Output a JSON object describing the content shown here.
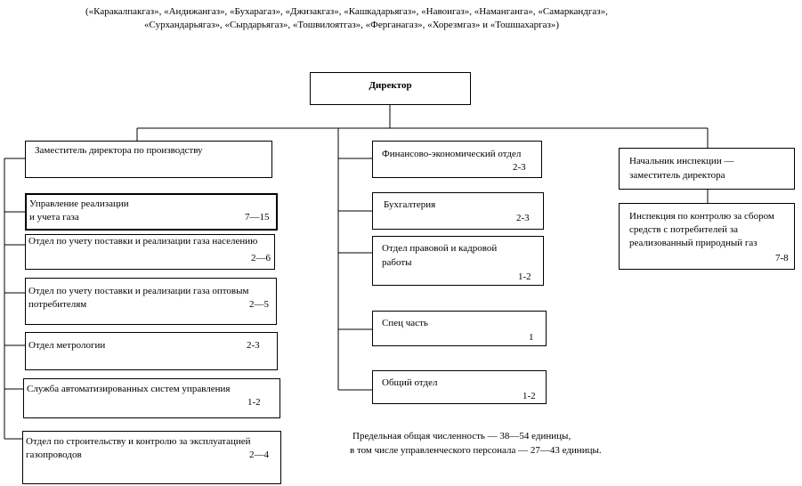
{
  "header": {
    "line1": "(«Каракалпакгаз», «Андижангаз», «Бухарагаз», «Джизакгаз», «Кашкадарьягаз», «Навоигаз», «Наманганга», «Самаркандгаз»,",
    "line2": "«Сурхандарьягаз», «Сырдарьягаз», «Тошвилоятгаз», «Ферганагаз», «Хорезмгаз» и «Тошшахаргаз»)"
  },
  "director": "Директор",
  "left": {
    "deputy": "Заместитель директора по производству",
    "sales_l1": "Управление реализации",
    "sales_l2": "и учета газа",
    "sales_n": "7—15",
    "pop_l1": "Отдел по учету поставки и реализации газа населению",
    "pop_n": "2—6",
    "whole_l1": "Отдел по учету поставки и реализации газа оптовым",
    "whole_l2": "потребителям",
    "whole_n": "2—5",
    "metro_l1": "Отдел метрологии",
    "metro_n": "2-3",
    "asu_l1": "Служба автоматизированных систем управления",
    "asu_n": "1-2",
    "constr_l1": "Отдел по строительству и контролю за эксплуатацией",
    "constr_l2": "газопроводов",
    "constr_n": "2—4"
  },
  "middle": {
    "fin_l1": "Финансово-экономический отдел",
    "fin_n": "2-3",
    "acc_l1": "Бухгалтерия",
    "acc_n": "2-3",
    "legal_l1": "Отдел правовой и кадровой",
    "legal_l2": "работы",
    "legal_n": "1-2",
    "spec_l1": "Спец часть",
    "spec_n": "1",
    "gen_l1": "Общий отдел",
    "gen_n": "1-2"
  },
  "right": {
    "chief_l1": "Начальник инспекции —",
    "chief_l2": "заместитель директора",
    "insp_l1": "Инспекция по контролю за сбором",
    "insp_l2": "средств с потребителей за",
    "insp_l3": "реализованный природный газ",
    "insp_n": "7-8"
  },
  "note": {
    "line1": "Предельная общая численность — 38—54 единицы,",
    "line2": "в том числе  управленческого персонала — 27—43 единицы."
  }
}
